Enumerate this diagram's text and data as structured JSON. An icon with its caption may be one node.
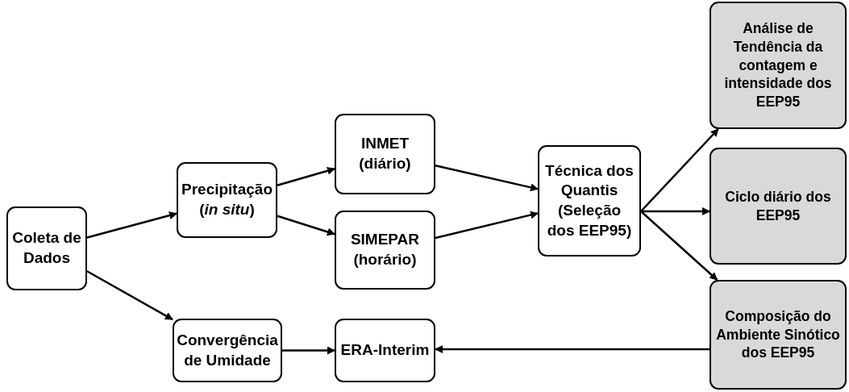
{
  "diagram": {
    "nodes": [
      {
        "text": [
          "Coleta de Dados"
        ]
      },
      {
        "text": [
          "Precipitação (*in situ*)"
        ]
      },
      {
        "text": [
          "INMET (diário)"
        ]
      },
      {
        "text": [
          "SIMEPAR (horário)"
        ]
      },
      {
        "text": [
          "Técnica dos Quantis (Seleção dos EEP95)"
        ]
      },
      {
        "text": [
          "Análise de Tendência da contagem e intensidade dos EEP95"
        ]
      },
      {
        "text": [
          "Ciclo diário dos EEP95"
        ]
      },
      {
        "text": [
          "Composição do Ambiente Sinótico dos EEP95"
        ]
      },
      {
        "text": [
          "Convergência de Umidade"
        ]
      },
      {
        "text": [
          "ERA-Interim"
        ]
      }
    ],
    "edges": [
      {
        "from": 0,
        "to": 1,
        "arrow": "to"
      },
      {
        "from": 0,
        "to": 8,
        "arrow": "to"
      },
      {
        "from": 1,
        "to": 2,
        "arrow": "to"
      },
      {
        "from": 1,
        "to": 3,
        "arrow": "to"
      },
      {
        "from": 2,
        "to": 4,
        "arrow": "to"
      },
      {
        "from": 3,
        "to": 4,
        "arrow": "to"
      },
      {
        "from": 4,
        "to": 5,
        "arrow": "to"
      },
      {
        "from": 4,
        "to": 6,
        "arrow": "to"
      },
      {
        "from": 4,
        "to": 7,
        "arrow": "to"
      },
      {
        "from": 8,
        "to": 9,
        "arrow": "to"
      },
      {
        "from": 7,
        "to": 9,
        "arrow": "to"
      }
    ]
  }
}
